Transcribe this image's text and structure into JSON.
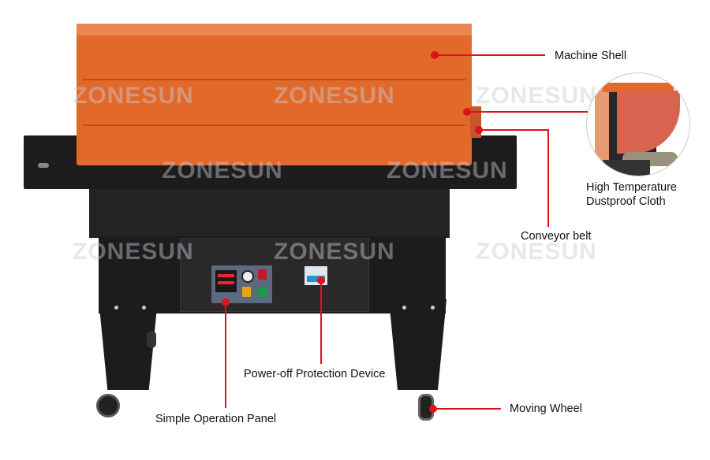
{
  "watermark": "ZONESUN",
  "labels": {
    "machine_shell": "Machine Shell",
    "dustproof_line1": "High Temperature",
    "dustproof_line2": "Dustproof Cloth",
    "conveyor_belt": "Conveyor belt",
    "power_off": "Power-off Protection Device",
    "operation_panel": "Simple Operation Panel",
    "moving_wheel": "Moving Wheel"
  },
  "colors": {
    "accent": "#e0101c",
    "shell": "#e2692a",
    "body": "#1d1b1c"
  }
}
